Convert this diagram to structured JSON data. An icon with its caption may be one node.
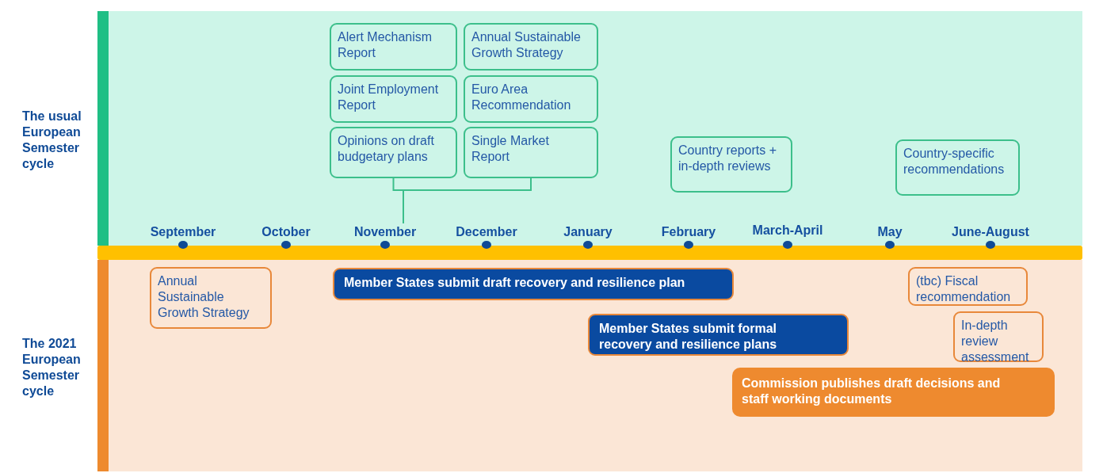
{
  "diagram": {
    "nodes": [
      {
        "text": [
          "The usual European Semester cycle"
        ]
      },
      {
        "text": [
          "Alert Mechanism Report"
        ],
        "in": 0
      },
      {
        "text": [
          "Annual Sustainable Growth Strategy"
        ],
        "in": 0
      },
      {
        "text": [
          "Joint Employment Report"
        ],
        "in": 0
      },
      {
        "text": [
          "Euro Area Recommendation"
        ],
        "in": 0
      },
      {
        "text": [
          "Opinions on draft budgetary plans"
        ],
        "in": 0
      },
      {
        "text": [
          "Single Market Report"
        ],
        "in": 0
      },
      {
        "text": [
          "Country reports + in-depth reviews"
        ],
        "in": 0
      },
      {
        "text": [
          "Country-specific recommendations"
        ],
        "in": 0
      },
      {
        "text": [
          "November"
        ],
        "in": 0
      },
      {
        "text": [
          "The 2021 European Semester cycle"
        ]
      },
      {
        "text": [
          "Annual Sustainable Growth Strategy"
        ],
        "in": 10
      },
      {
        "text": [
          "Member States submit draft recovery and resilience plan"
        ],
        "in": 10
      },
      {
        "text": [
          "(tbc) Fiscal recommendation"
        ],
        "in": 10
      },
      {
        "text": [
          "Member States submit formal recovery and resilience plans"
        ],
        "in": 10
      },
      {
        "text": [
          "In-depth review assessment"
        ],
        "in": 10
      },
      {
        "text": [
          "Commission publishes draft decisions and staff working documents"
        ],
        "in": 10
      }
    ],
    "edges": [
      {
        "from": 5,
        "to": 9,
        "arrow": "none"
      },
      {
        "from": 6,
        "to": 9,
        "arrow": "none"
      }
    ],
    "labels": [
      "September",
      "October",
      "December",
      "January",
      "February",
      "March-April",
      "May",
      "June-August"
    ]
  }
}
